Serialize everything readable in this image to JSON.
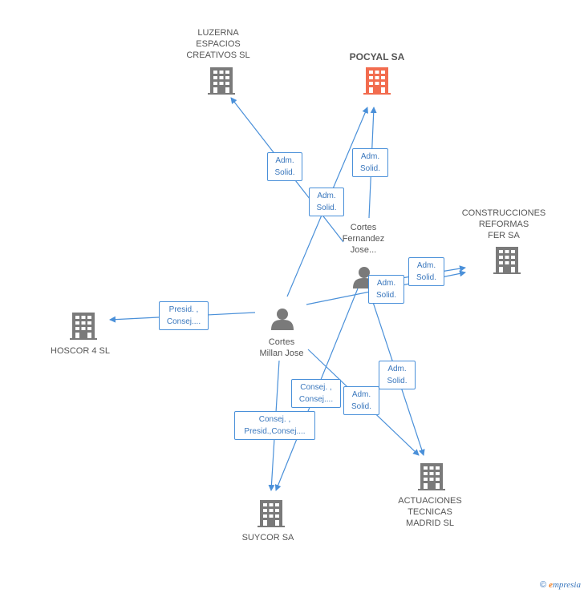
{
  "colors": {
    "edge": "#4a90d9",
    "building": "#7a7a7a",
    "building_main": "#f26c4f",
    "person": "#7a7a7a"
  },
  "nodes": {
    "luzerna": {
      "label": "LUZERNA\nESPACIOS\nCREATIVOS SL",
      "icon": "building-icon"
    },
    "pocyal": {
      "label": "POCYAL SA",
      "icon": "building-icon"
    },
    "construcciones": {
      "label": "CONSTRUCCIONES\nREFORMAS\nFER SA",
      "icon": "building-icon"
    },
    "hoscor": {
      "label": "HOSCOR 4 SL",
      "icon": "building-icon"
    },
    "suycor": {
      "label": "SUYCOR SA",
      "icon": "building-icon"
    },
    "actuaciones": {
      "label": "ACTUACIONES\nTECNICAS\nMADRID SL",
      "icon": "building-icon"
    },
    "cortes_fernandez": {
      "label": "Cortes\nFernandez\nJose...",
      "icon": "person-icon"
    },
    "cortes_millan": {
      "label": "Cortes\nMillan Jose",
      "icon": "person-icon"
    }
  },
  "edge_labels": {
    "e1": "Adm.\nSolid.",
    "e2": "Adm.\nSolid.",
    "e3": "Adm.\nSolid.",
    "e4": "Adm.\nSolid.",
    "e5": "Adm.\nSolid.",
    "e6": "Presid. ,\nConsej....",
    "e7": "Adm.\nSolid.",
    "e8": "Consej. ,\nConsej....",
    "e9": "Adm.\nSolid.",
    "e10": "Consej. ,\nPresid.,Consej...."
  },
  "footer": {
    "copyright": "©",
    "brand_initial": "e",
    "brand_rest": "mpresia"
  }
}
